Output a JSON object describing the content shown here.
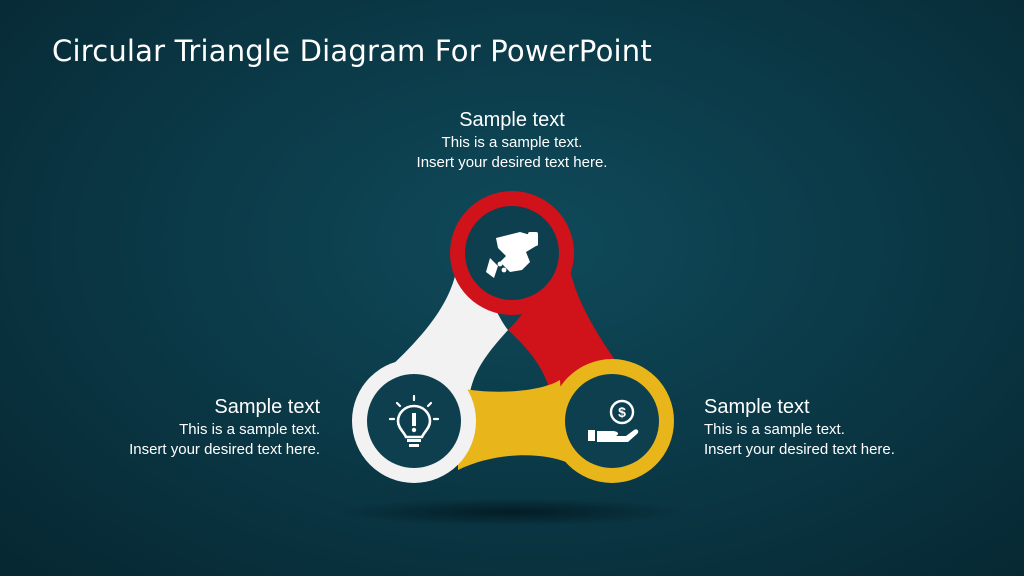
{
  "slide": {
    "title": "Circular Triangle Diagram For PowerPoint"
  },
  "colors": {
    "background": "#0b3a48",
    "red": "#d0121a",
    "yellow": "#e8b51b",
    "white": "#f2f2f2",
    "circle_fill": "#0d3f4f"
  },
  "nodes": {
    "top": {
      "heading": "Sample text",
      "line1": "This is a sample text.",
      "line2": "Insert your desired text here.",
      "icon": "handshake-icon",
      "color": "#d0121a"
    },
    "left": {
      "heading": "Sample text",
      "line1": "This is a sample text.",
      "line2": "Insert your desired text here.",
      "icon": "lightbulb-icon",
      "color": "#f2f2f2"
    },
    "right": {
      "heading": "Sample text",
      "line1": "This is a sample text.",
      "line2": "Insert your desired text here.",
      "icon": "money-hand-icon",
      "color": "#e8b51b"
    }
  }
}
